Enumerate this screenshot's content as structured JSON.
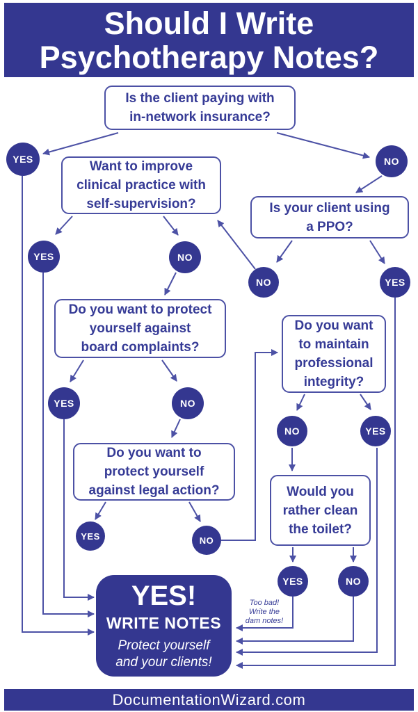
{
  "title": {
    "line1": "Should I Write",
    "line2": "Psychotherapy Notes?"
  },
  "footer": {
    "site": "DocumentationWizard.com"
  },
  "colors": {
    "primary_blue": "#343790",
    "stroke_blue": "#4c51a5",
    "text_blue": "#363b96",
    "background": "#ffffff"
  },
  "labels": {
    "yes": "YES",
    "no": "NO"
  },
  "questions": {
    "insurance": {
      "lines": [
        "Is the client paying with",
        "in-network insurance?"
      ]
    },
    "self_supervision": {
      "lines": [
        "Want to improve",
        "clinical practice with",
        "self-supervision?"
      ]
    },
    "ppo": {
      "lines": [
        "Is your client using",
        "a PPO?"
      ]
    },
    "board_complaints": {
      "lines": [
        "Do you want to protect",
        "yourself against",
        "board complaints?"
      ]
    },
    "professional_integrity": {
      "lines": [
        "Do you want",
        "to maintain",
        "professional",
        "integrity?"
      ]
    },
    "legal_action": {
      "lines": [
        "Do you want to",
        "protect yourself",
        "against legal action?"
      ]
    },
    "clean_toilet": {
      "lines": [
        "Would you",
        "rather clean",
        "the toilet?"
      ]
    }
  },
  "result": {
    "headline": "YES!",
    "subhead": "WRITE NOTES",
    "note_line1": "Protect yourself",
    "note_line2": "and your clients!"
  },
  "caption": {
    "lines": [
      "Too bad!",
      "Write the",
      "dam notes!"
    ]
  }
}
